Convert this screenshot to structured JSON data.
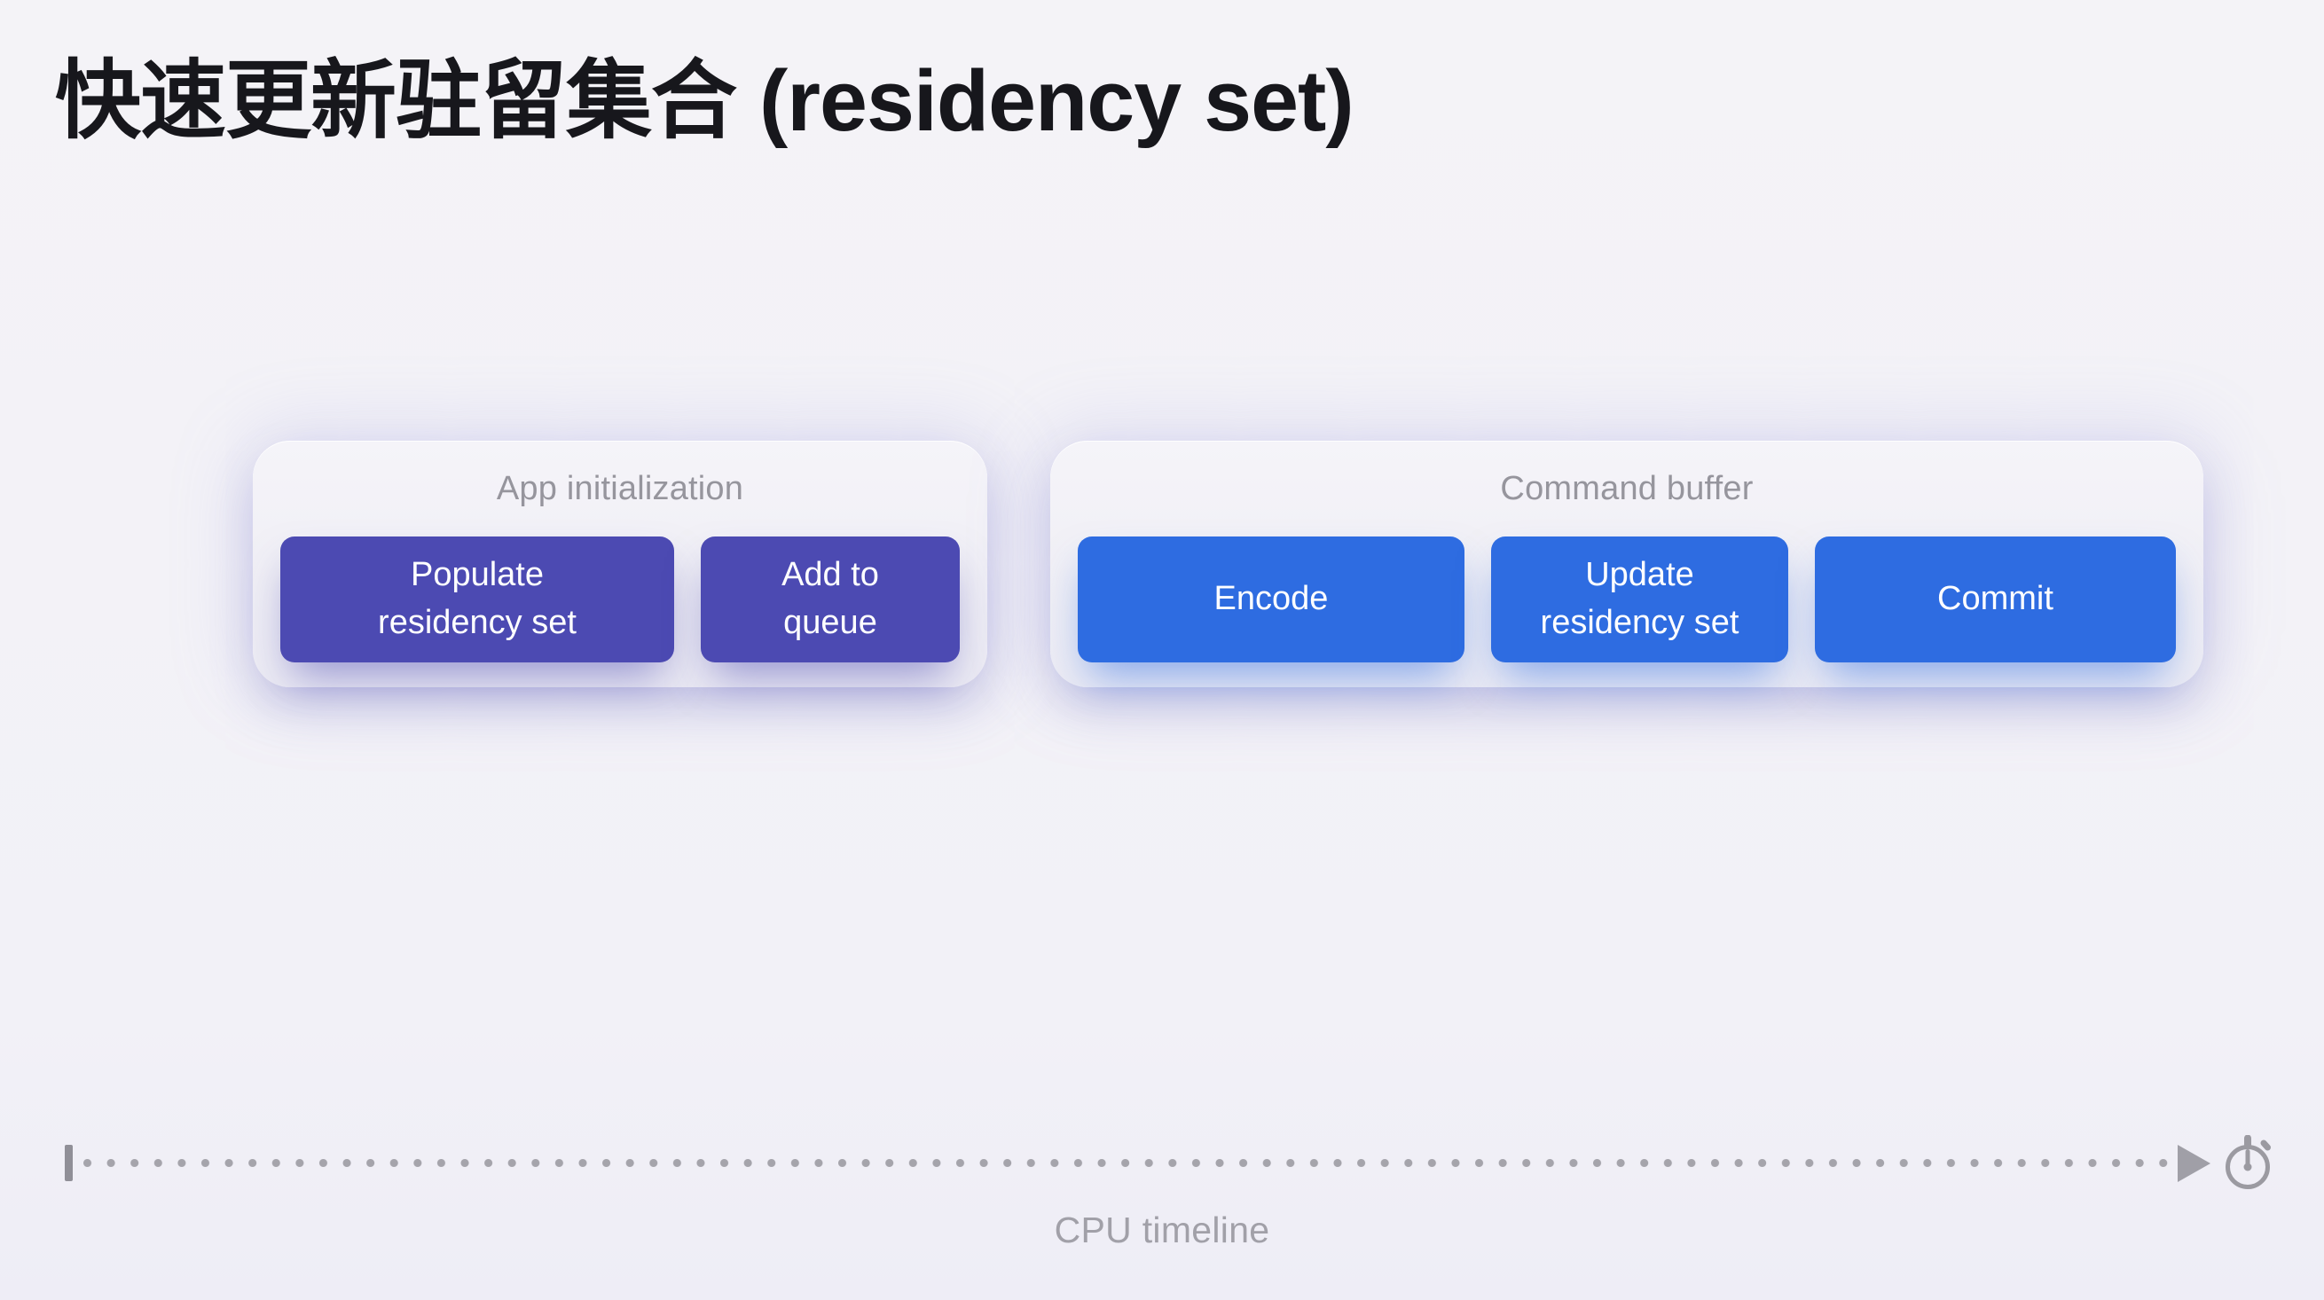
{
  "page": {
    "title": "快速更新驻留集合 (residency set)",
    "background_color": "#f3f2f7",
    "title_color": "#17171c"
  },
  "groups": [
    {
      "label": "App initialization",
      "accent_color": "#4c4ab2",
      "buttons": [
        {
          "label": "Populate residency set"
        },
        {
          "label": "Add to queue"
        }
      ]
    },
    {
      "label": "Command buffer",
      "accent_color": "#2e6ce1",
      "buttons": [
        {
          "label": "Encode"
        },
        {
          "label": "Update residency set"
        },
        {
          "label": "Commit"
        }
      ]
    }
  ],
  "timeline": {
    "label": "CPU timeline",
    "icon": "stopwatch-icon",
    "direction": "left-to-right",
    "line_style": "dotted",
    "line_color": "#a5a4ab",
    "label_color": "#a1a0a8"
  }
}
